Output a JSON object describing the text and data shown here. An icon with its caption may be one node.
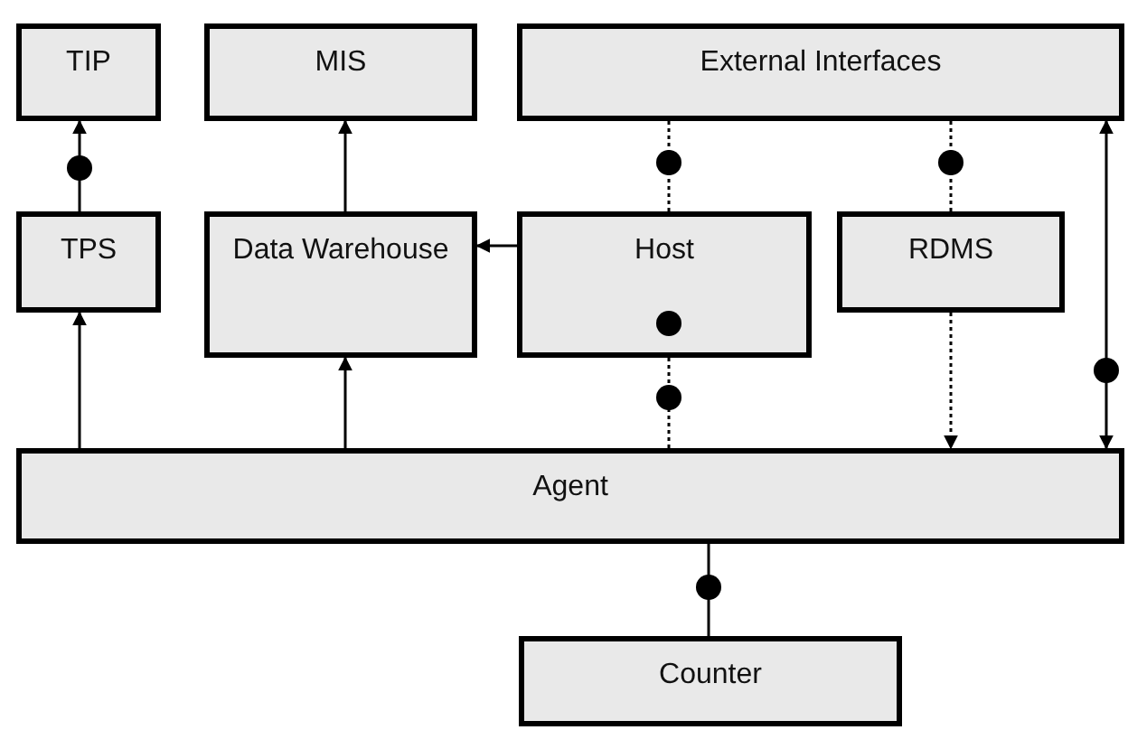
{
  "diagram": {
    "nodes": [
      {
        "text": [
          "TIP"
        ]
      },
      {
        "text": [
          "MIS"
        ]
      },
      {
        "text": [
          "External Interfaces"
        ]
      },
      {
        "text": [
          "TPS"
        ]
      },
      {
        "text": [
          "Data Warehouse"
        ]
      },
      {
        "text": [
          "Host"
        ]
      },
      {
        "text": [
          "RDMS"
        ]
      },
      {
        "text": [
          "Agent"
        ]
      },
      {
        "text": [
          "Counter"
        ]
      }
    ],
    "edges": [
      {
        "from": 3,
        "to": 0,
        "arrow": "to"
      },
      {
        "from": 4,
        "to": 1,
        "arrow": "to"
      },
      {
        "from": 5,
        "to": 4,
        "arrow": "to"
      },
      {
        "from": 5,
        "to": 2,
        "arrow": "none",
        "style": "dashed"
      },
      {
        "from": 6,
        "to": 2,
        "arrow": "none",
        "style": "dashed"
      },
      {
        "from": 6,
        "to": 7,
        "arrow": "to",
        "style": "dashed"
      },
      {
        "from": 7,
        "to": 2,
        "arrow": "both"
      },
      {
        "from": 5,
        "to": 7,
        "arrow": "none",
        "style": "dashed"
      },
      {
        "from": 7,
        "to": 3,
        "arrow": "to"
      },
      {
        "from": 7,
        "to": 4,
        "arrow": "to"
      },
      {
        "from": 7,
        "to": 8,
        "arrow": "none"
      }
    ]
  }
}
